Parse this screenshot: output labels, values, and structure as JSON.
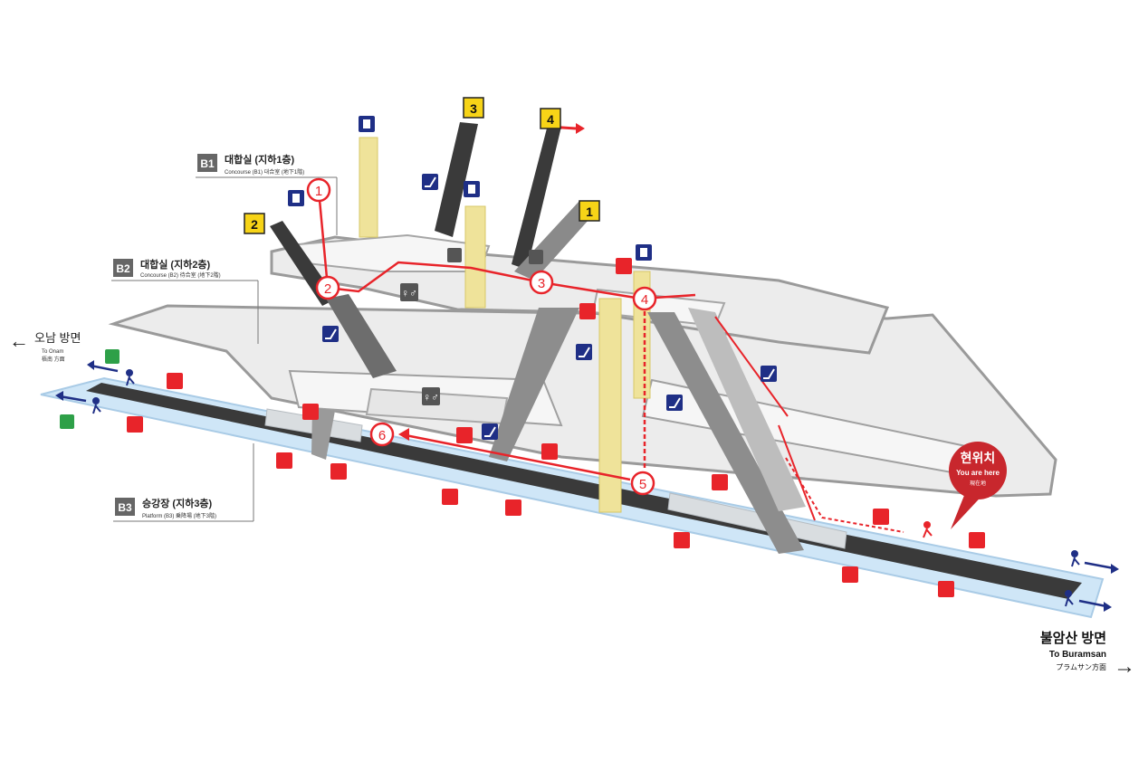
{
  "levels": {
    "b1": {
      "code": "B1",
      "name": "대합실 (지하1층)",
      "sub": "Concourse (B1) 대合室 (地下1階)"
    },
    "b2": {
      "code": "B2",
      "name": "대합실 (지하2층)",
      "sub": "Concourse (B2) 待合室 (地下2階)"
    },
    "b3": {
      "code": "B3",
      "name": "승강장 (지하3층)",
      "sub": "Platform (B3) 乗降場 (地下3階)"
    }
  },
  "exits": [
    "1",
    "2",
    "3",
    "4"
  ],
  "route_steps": [
    "1",
    "2",
    "3",
    "4",
    "5",
    "6"
  ],
  "you_are_here": {
    "ko": "현위치",
    "en": "You are here",
    "jp": "現在地"
  },
  "directions": {
    "left": {
      "ko": "오남 방면",
      "en": "To Onam",
      "jp": "梧南 方面",
      "arrow": "←"
    },
    "right": {
      "ko": "불암산 방면",
      "en": "To Buramsan",
      "jp": "プラムサン方面",
      "arrow": "→"
    }
  },
  "colors": {
    "route": "#e8242a",
    "track": "#3a3a3a",
    "platform": "#cfe6f7",
    "floor": "#ececec",
    "column": "#efe39a",
    "exit_badge": "#f7d417",
    "icon_blue": "#1f2f86",
    "icon_red": "#e8242a",
    "icon_green": "#2ea048",
    "icon_gray": "#555555"
  }
}
